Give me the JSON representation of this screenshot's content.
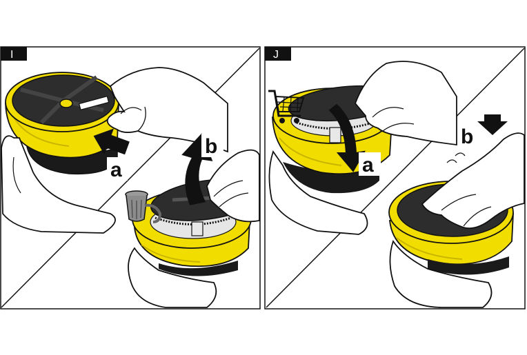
{
  "panels": [
    {
      "tag": "I",
      "steps": {
        "a": "a",
        "b": "b"
      },
      "icons": [
        "gesture-hand-icon",
        "arrow-icon",
        "trash-can-icon"
      ]
    },
    {
      "tag": "J",
      "steps": {
        "a": "a",
        "b": "b"
      },
      "icons": [
        "shopping-cart-icon",
        "arrow-icon",
        "press-down-icon"
      ]
    }
  ],
  "colors": {
    "housing_yellow": "#f2dd00",
    "housing_shadow": "#c9b400",
    "disc_dark": "#2d2d2d",
    "skin": "#ffffff",
    "line": "#111111"
  }
}
